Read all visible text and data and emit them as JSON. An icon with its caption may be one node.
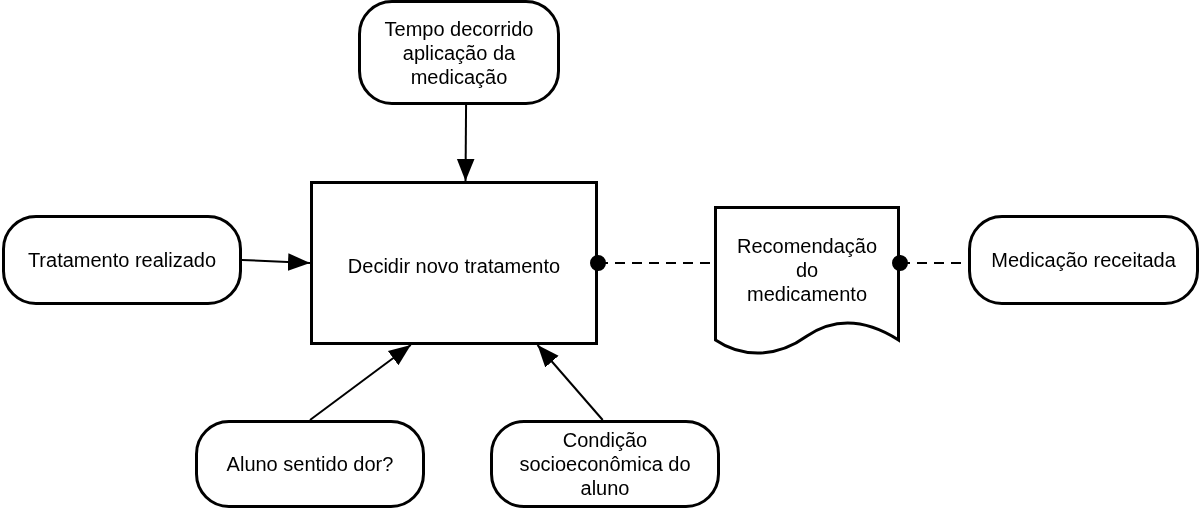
{
  "diagram": {
    "nodes": [
      {
        "text": [
          "Tempo decorrido aplicação da medicação"
        ]
      },
      {
        "text": [
          "Tratamento realizado"
        ]
      },
      {
        "text": [
          "Decidir novo tratamento"
        ]
      },
      {
        "text": [
          "Recomendação do medicamento"
        ]
      },
      {
        "text": [
          "Medicação receitada"
        ]
      },
      {
        "text": [
          "Aluno sentido dor?"
        ]
      },
      {
        "text": [
          "Condição socioeconômica do aluno"
        ]
      }
    ],
    "edges": [
      {
        "from": 0,
        "to": 2,
        "arrow": "to"
      },
      {
        "from": 1,
        "to": 2,
        "arrow": "to"
      },
      {
        "from": 5,
        "to": 2,
        "arrow": "to"
      },
      {
        "from": 6,
        "to": 2,
        "arrow": "to"
      },
      {
        "from": 2,
        "to": 3,
        "arrow": "other",
        "style": "dashed"
      },
      {
        "from": 3,
        "to": 4,
        "arrow": "other",
        "style": "dashed"
      }
    ]
  }
}
